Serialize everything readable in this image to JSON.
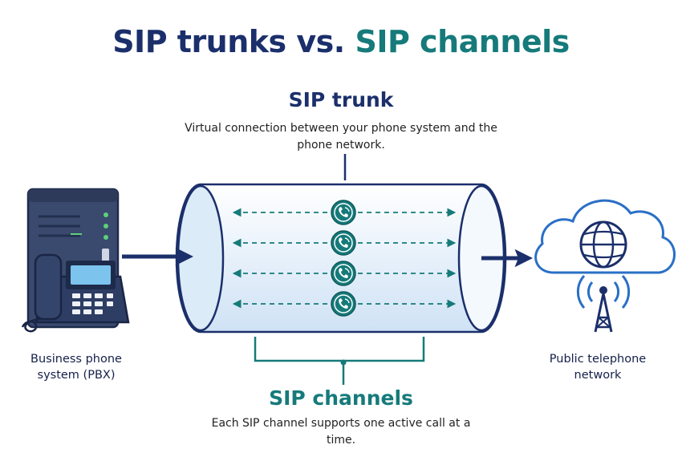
{
  "title": {
    "part_a": "SIP trunks vs.",
    "part_b": "SIP channels"
  },
  "trunk": {
    "heading": "SIP trunk",
    "description": "Virtual connection between your phone system and the phone network."
  },
  "channels": {
    "heading": "SIP channels",
    "description": "Each SIP channel supports one active call at a time.",
    "count": 4
  },
  "pbx": {
    "label": "Business phone system (PBX)",
    "icon": "pbx-server-phone-icon"
  },
  "network": {
    "label": "Public telephone network",
    "icon": "cloud-globe-tower-icon"
  },
  "colors": {
    "navy": "#1b2f6b",
    "teal": "#167a7a",
    "trunk_fill": "#e6f1fb",
    "trunk_stroke": "#1b2f6b",
    "server": "#3a4a6e",
    "phone": "#2d3d63",
    "screen": "#7cc4ee",
    "network_blue": "#2a6fc6"
  }
}
